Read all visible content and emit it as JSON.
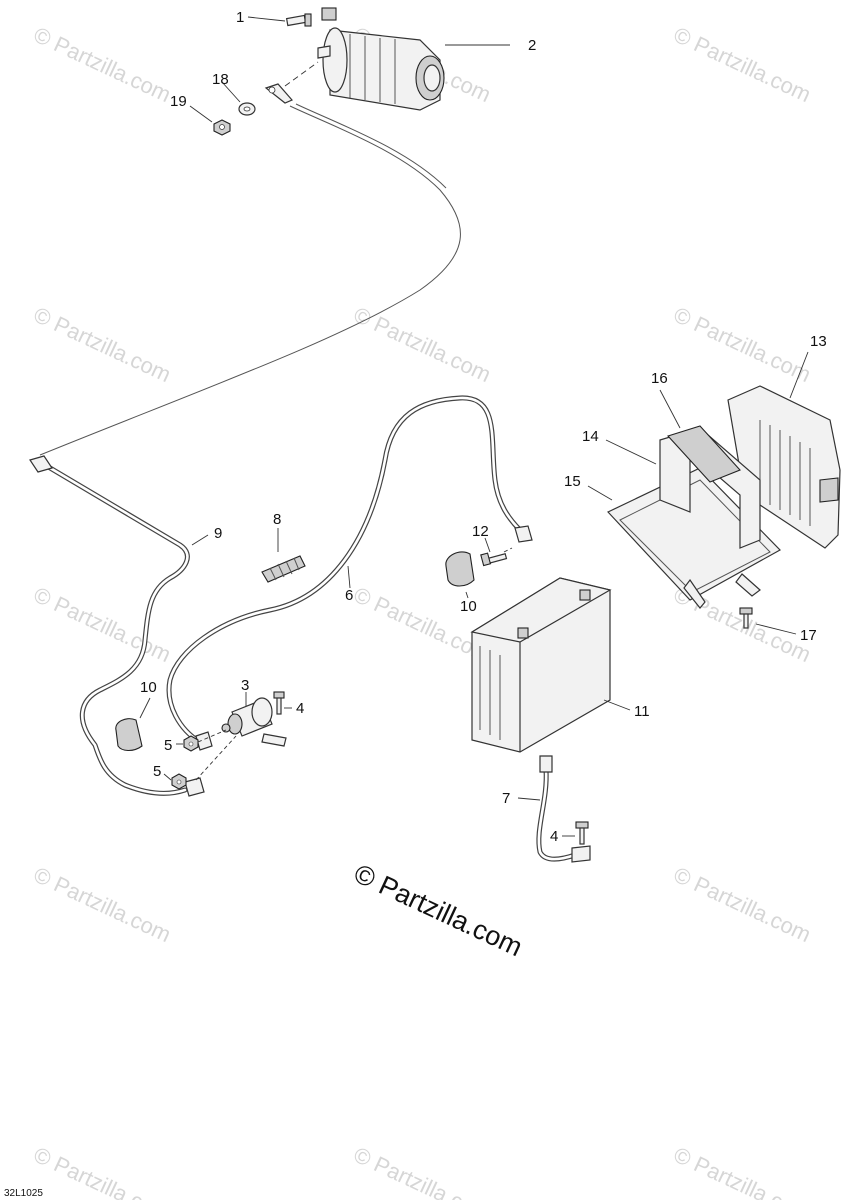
{
  "diagram": {
    "callouts": {
      "c1": "1",
      "c2": "2",
      "c3": "3",
      "c4a": "4",
      "c4b": "4",
      "c5a": "5",
      "c5b": "5",
      "c6": "6",
      "c7": "7",
      "c8": "8",
      "c9": "9",
      "c10a": "10",
      "c10b": "10",
      "c11": "11",
      "c12": "12",
      "c13": "13",
      "c14": "14",
      "c15": "15",
      "c16": "16",
      "c17": "17",
      "c18": "18",
      "c19": "19"
    },
    "copyright": "© Partzilla.com",
    "watermark": "© Partzilla.com",
    "drawing_number": "32L1025"
  }
}
